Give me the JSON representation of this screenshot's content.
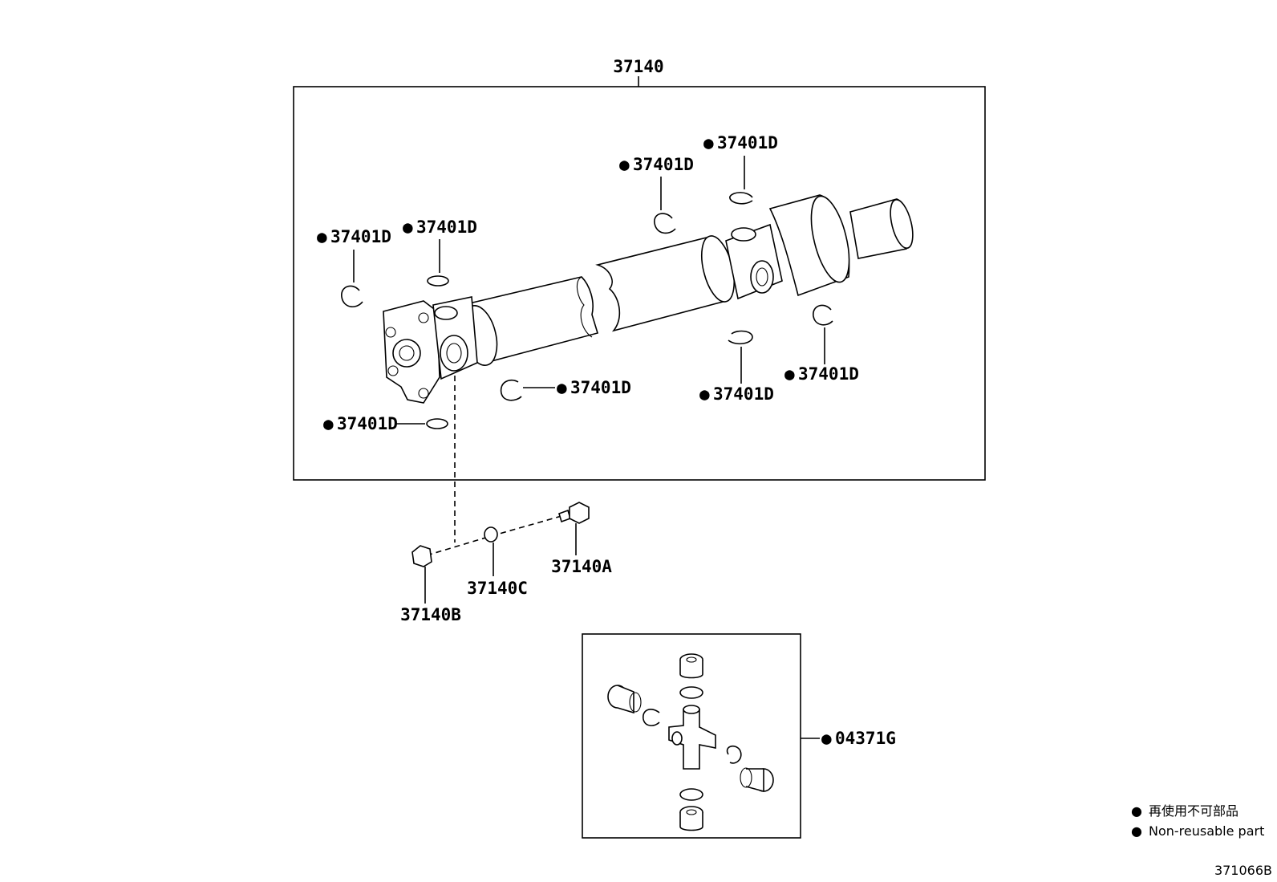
{
  "assembly": {
    "part_number": "37140"
  },
  "snap_ring_label": "37401D",
  "hardware": {
    "bolt": "37140A",
    "nut": "37140B",
    "washer": "37140C"
  },
  "spider_kit": {
    "part_number": "04371G"
  },
  "legend": {
    "marker": "●",
    "line_jp": "再使用不可部品",
    "line_en": "Non-reusable part"
  },
  "figure_code": "371066B"
}
